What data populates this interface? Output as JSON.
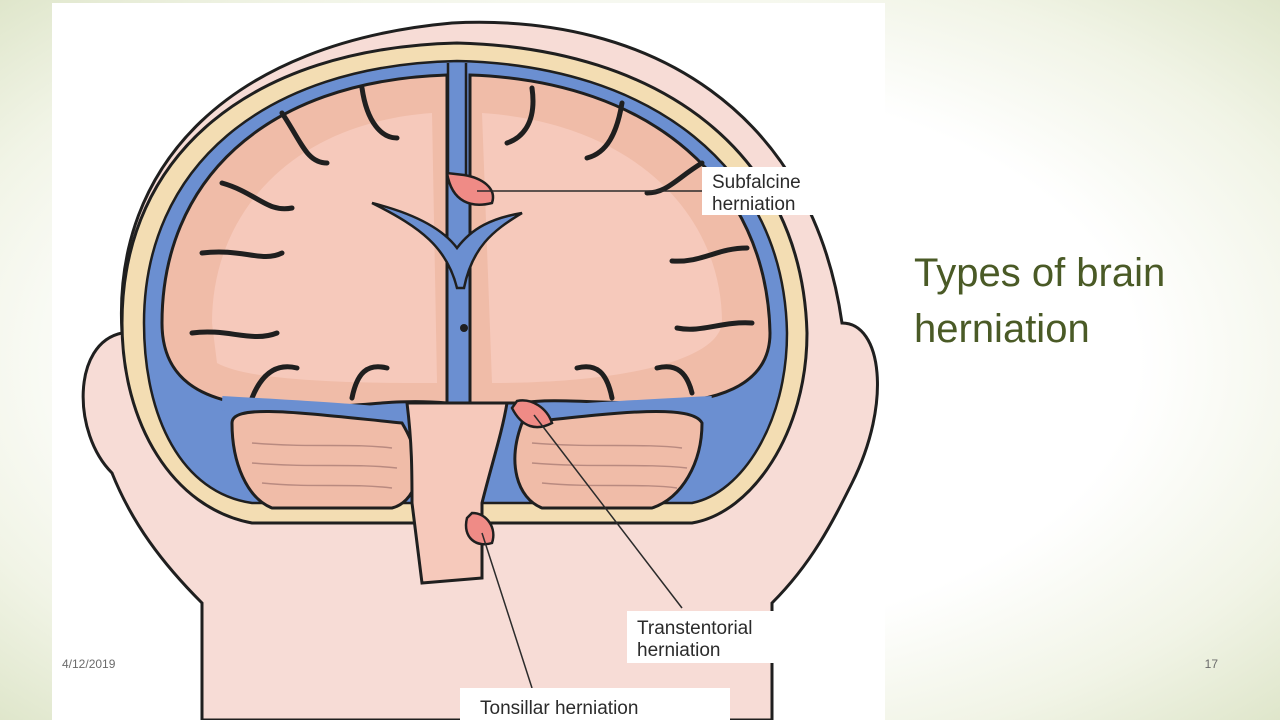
{
  "slide": {
    "title": "Types of brain herniation",
    "date": "4/12/2019",
    "page_number": "17"
  },
  "diagram": {
    "labels": {
      "subfalcine_line1": "Subfalcine",
      "subfalcine_line2": "herniation",
      "transtentorial_line1": "Transtentorial",
      "transtentorial_line2": "herniation",
      "tonsillar": "Tonsillar herniation"
    },
    "colors": {
      "skin": "#f7dcd6",
      "skull": "#f3ddb3",
      "csf": "#6b8fd1",
      "brain": "#f6c9bb",
      "cortex": "#f0bca8",
      "herniation": "#ef8b86",
      "outline": "#1f1f1f"
    }
  }
}
